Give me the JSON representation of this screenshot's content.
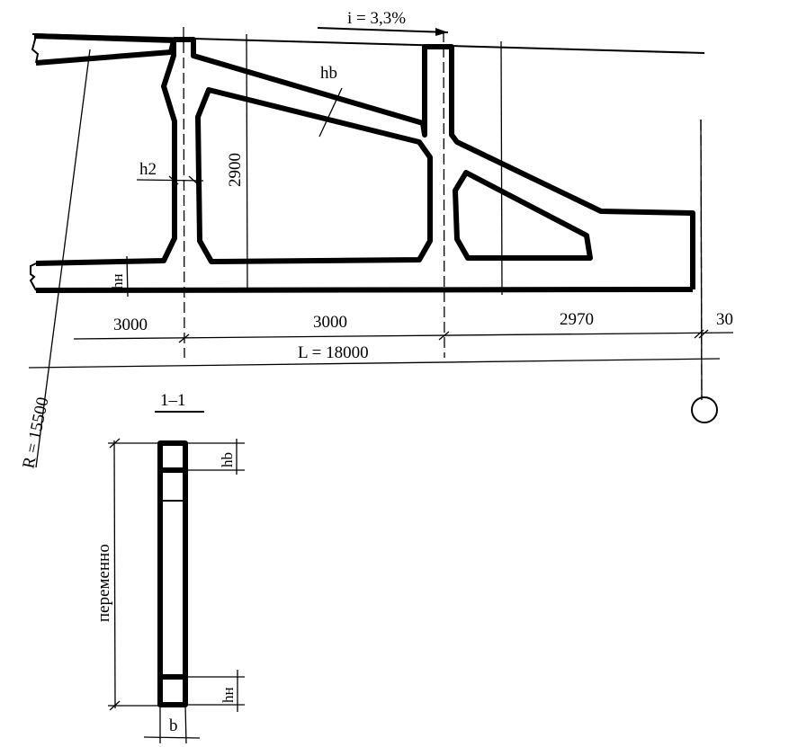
{
  "labels": {
    "slope": "i = 3,3%",
    "top_chord": "hb",
    "post": "h2",
    "height": "2900",
    "bottom_chord": "hн",
    "dim_1": "3000",
    "dim_2": "3000",
    "dim_3": "2970",
    "dim_4": "30",
    "span": "L = 18000",
    "radius": "R = 15500",
    "section_title": "1–1",
    "section_top": "hb",
    "section_bottom": "hн",
    "section_height": "переменно",
    "section_width": "b"
  }
}
